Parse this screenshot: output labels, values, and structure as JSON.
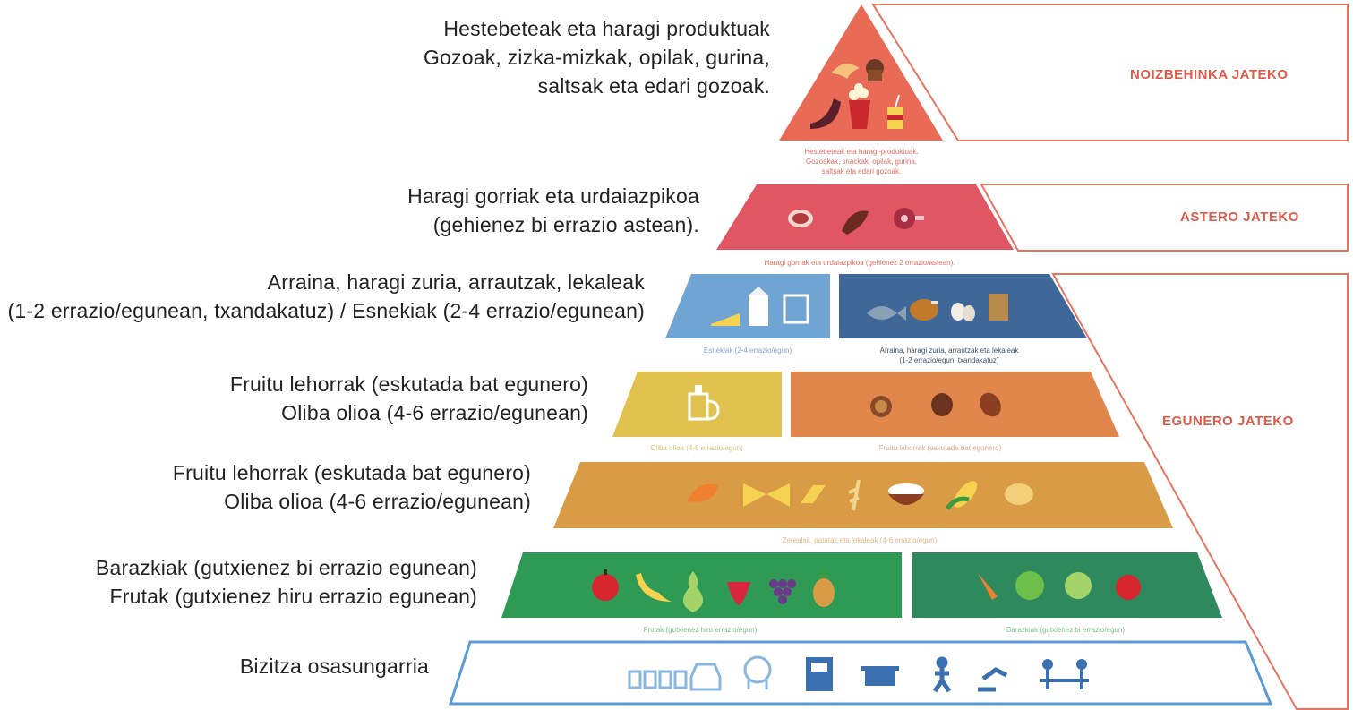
{
  "left_labels": {
    "tier1": {
      "line1": "Hestebeteak eta haragi produktuak",
      "line2": "Gozoak, zizka-mizkak, opilak, gurina,",
      "line3": "saltsak eta edari gozoak."
    },
    "tier2": {
      "line1": "Haragi gorriak eta urdaiazpikoa",
      "line2": "(gehienez bi errazio astean)."
    },
    "tier3": {
      "line1": "Arraina, haragi zuria, arrautzak, lekaleak",
      "line2": "(1-2 errazio/egunean, txandakatuz) / Esnekiak (2-4 errazio/egunean)"
    },
    "tier4": {
      "line1": "Fruitu lehorrak (eskutada bat egunero)",
      "line2": "Oliba olioa (4-6 errazio/egunean)"
    },
    "tier5": {
      "line1": "Fruitu lehorrak (eskutada bat egunero)",
      "line2": "Oliba olioa (4-6 errazio/egunean)"
    },
    "tier6": {
      "line1": "Barazkiak (gutxienez bi errazio egunean)",
      "line2": "Frutak (gutxienez hiru errazio egunean)"
    },
    "tier7": {
      "line1": "Bizitza osasungarria"
    }
  },
  "frequency_bands": {
    "occasional": "NOIZBEHINKA JATEKO",
    "weekly": "ASTERO JATEKO",
    "daily": "EGUNERO JATEKO"
  },
  "colors": {
    "tier1": "#e96a55",
    "tier2": "#e05662",
    "tier3_left": "#6fa4d3",
    "tier3_right": "#3f6797",
    "tier4_left": "#e2c24e",
    "tier4_right": "#e2874c",
    "tier5": "#d99b45",
    "tier6": "#2e9a54",
    "tier7_border": "#5b9bd5",
    "band_text": "#e05a4a",
    "band_border": "#e8735f"
  },
  "icons": {
    "tier1": [
      "croissant-icon",
      "muffin-icon",
      "sausage-icon",
      "popcorn-icon",
      "soda-icon"
    ],
    "tier2": [
      "steak-icon",
      "ham-leg-icon",
      "ham-icon"
    ],
    "tier3_left": [
      "cheese-icon",
      "milk-carton-icon",
      "yogurt-icon"
    ],
    "tier3_right": [
      "fish-icon",
      "chicken-icon",
      "eggs-icon",
      "legumes-icon"
    ],
    "tier4_left": [
      "olive-oil-icon"
    ],
    "tier4_right": [
      "walnut-icon",
      "hazelnut-icon",
      "almond-icon"
    ],
    "tier5": [
      "bread-icon",
      "pasta-icon",
      "toast-icon",
      "wheat-icon",
      "rice-bowl-icon",
      "corn-icon",
      "potato-icon"
    ],
    "tier6_left": [
      "apple-icon",
      "banana-icon",
      "pear-icon",
      "strawberry-icon",
      "grapes-icon",
      "pineapple-icon"
    ],
    "tier6_right": [
      "carrot-icon",
      "broccoli-icon",
      "lettuce-icon",
      "tomato-icon"
    ],
    "tier7": [
      "water-glasses-icon",
      "jug-icon",
      "brain-icon",
      "scale-icon",
      "cooking-pot-icon",
      "exercise-icon",
      "family-table-icon"
    ]
  }
}
